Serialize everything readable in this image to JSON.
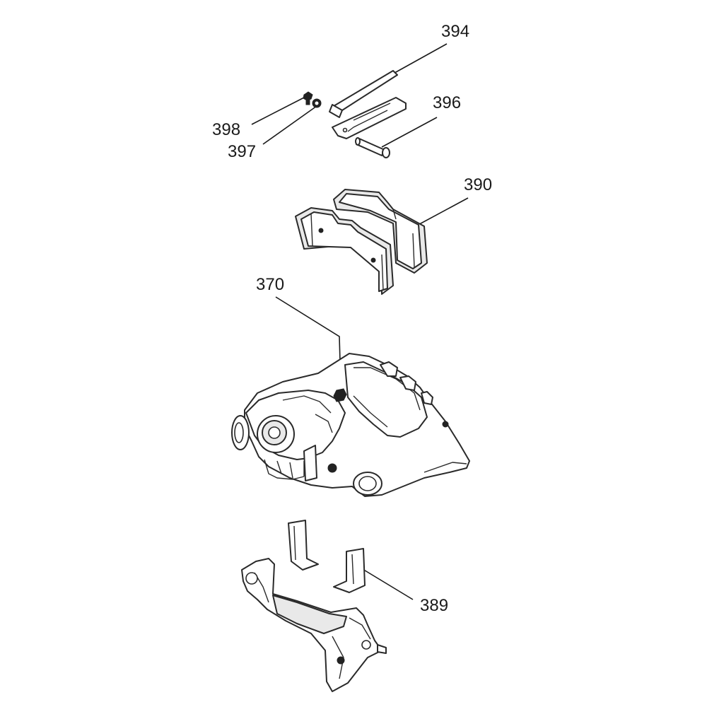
{
  "callouts": {
    "c394": "394",
    "c396": "396",
    "c398": "398",
    "c397": "397",
    "c390": "390",
    "c370": "370",
    "c389": "389"
  }
}
